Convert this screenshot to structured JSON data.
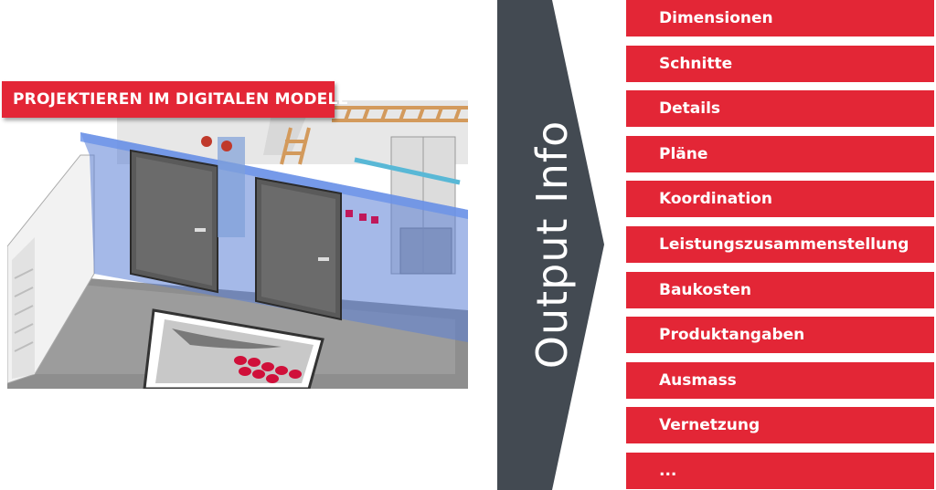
{
  "badge": {
    "label": "PROJEKTIEREN IM DIGITALEN MODELL"
  },
  "arrow": {
    "label": "Output Info",
    "color": "#434a52"
  },
  "accent": "#e32636",
  "info_items": [
    "Dimensionen",
    "Schnitte",
    "Details",
    "Pläne",
    "Koordination",
    "Leistungszusammenstellung",
    "Baukosten",
    "Produktangaben",
    "Ausmass",
    "Vernetzung",
    "..."
  ]
}
